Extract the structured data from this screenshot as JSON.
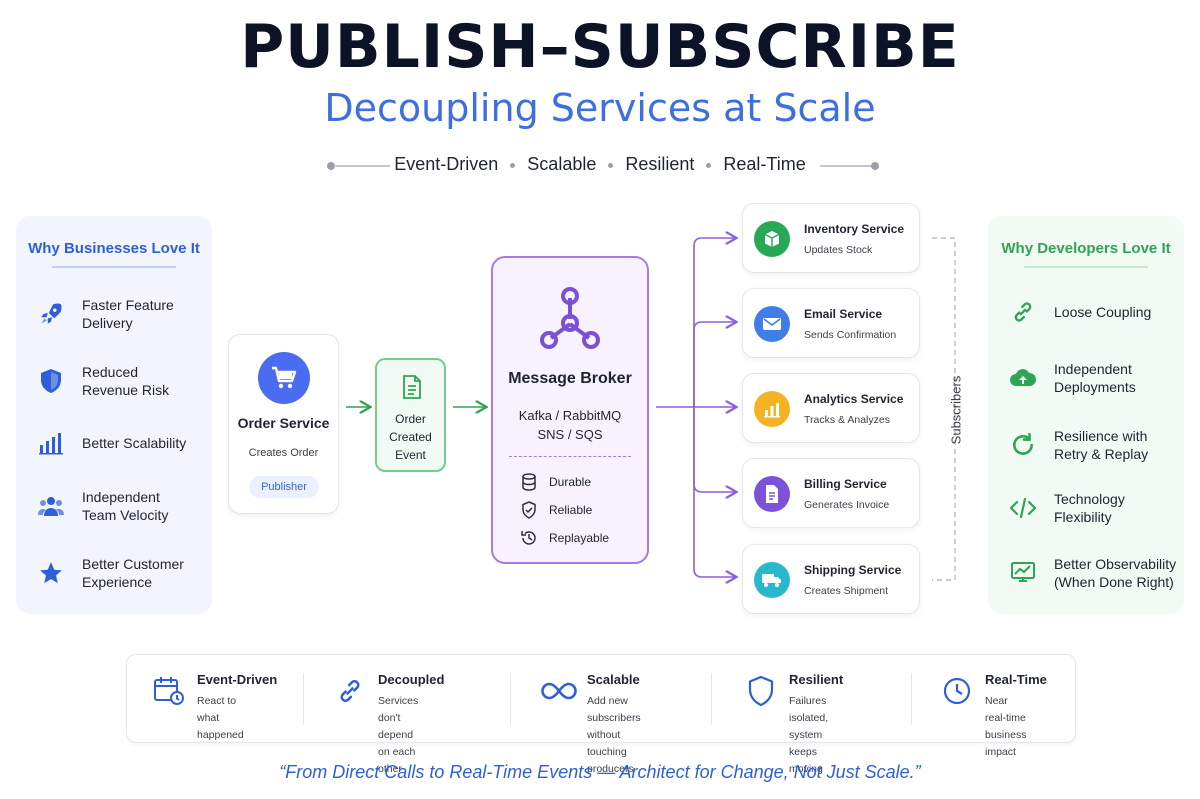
{
  "header": {
    "title": "PUBLISH–SUBSCRIBE",
    "subtitle": "Decoupling Services at Scale",
    "tags": [
      "Event-Driven",
      "Scalable",
      "Resilient",
      "Real-Time"
    ]
  },
  "business_panel": {
    "title": "Why Businesses Love It",
    "items": [
      {
        "label": "Faster Feature\nDelivery",
        "icon": "rocket-icon"
      },
      {
        "label": "Reduced\nRevenue Risk",
        "icon": "shield-icon"
      },
      {
        "label": "Better Scalability",
        "icon": "bar-chart-icon"
      },
      {
        "label": "Independent\nTeam Velocity",
        "icon": "team-icon"
      },
      {
        "label": "Better Customer\nExperience",
        "icon": "star-icon"
      }
    ]
  },
  "developer_panel": {
    "title": "Why Developers Love It",
    "items": [
      {
        "label": "Loose Coupling",
        "icon": "link-icon"
      },
      {
        "label": "Independent\nDeployments",
        "icon": "cloud-upload-icon"
      },
      {
        "label": "Resilience with\nRetry & Replay",
        "icon": "refresh-icon"
      },
      {
        "label": "Technology\nFlexibility",
        "icon": "code-icon"
      },
      {
        "label": "Better Observability\n(When Done Right)",
        "icon": "monitor-icon"
      }
    ]
  },
  "publisher": {
    "name": "Order Service",
    "description": "Creates Order",
    "role": "Publisher",
    "icon": "cart-icon"
  },
  "event": {
    "label": "Order\nCreated\nEvent",
    "icon": "document-icon"
  },
  "broker": {
    "name": "Message Broker",
    "tech": "Kafka / RabbitMQ\nSNS / SQS",
    "features": [
      {
        "label": "Durable",
        "icon": "database-icon"
      },
      {
        "label": "Reliable",
        "icon": "check-shield-icon"
      },
      {
        "label": "Replayable",
        "icon": "history-icon"
      }
    ]
  },
  "subscribers_label": "Subscribers",
  "subscribers": [
    {
      "name": "Inventory Service",
      "description": "Updates Stock",
      "icon": "box-icon",
      "color": "#27a854"
    },
    {
      "name": "Email Service",
      "description": "Sends Confirmation",
      "icon": "mail-icon",
      "color": "#3f7ee8"
    },
    {
      "name": "Analytics Service",
      "description": "Tracks & Analyzes",
      "icon": "analytics-icon",
      "color": "#f5b324"
    },
    {
      "name": "Billing Service",
      "description": "Generates Invoice",
      "icon": "invoice-icon",
      "color": "#7b52d9"
    },
    {
      "name": "Shipping Service",
      "description": "Creates Shipment",
      "icon": "truck-icon",
      "color": "#27b7cf"
    }
  ],
  "benefits": [
    {
      "title": "Event-Driven",
      "description": "React to what\nhappened",
      "icon": "calendar-clock-icon"
    },
    {
      "title": "Decoupled",
      "description": "Services don't depend\non each other",
      "icon": "chain-icon"
    },
    {
      "title": "Scalable",
      "description": "Add new subscribers\nwithout touching\nproducers",
      "icon": "infinity-icon"
    },
    {
      "title": "Resilient",
      "description": "Failures isolated,\nsystem keeps moving",
      "icon": "shield-outline-icon"
    },
    {
      "title": "Real-Time",
      "description": "Near real-time\nbusiness impact",
      "icon": "clock-icon"
    }
  ],
  "quote": "“From Direct Calls to Real-Time Events — Architect for Change, Not Just Scale.”",
  "colors": {
    "title": "#0d1326",
    "subtitle_blue": "#3d6fe0",
    "business_blue": "#2f5fd8",
    "developer_green": "#2fa356",
    "broker_purple": "#a47be8",
    "event_green": "#6fd086"
  }
}
